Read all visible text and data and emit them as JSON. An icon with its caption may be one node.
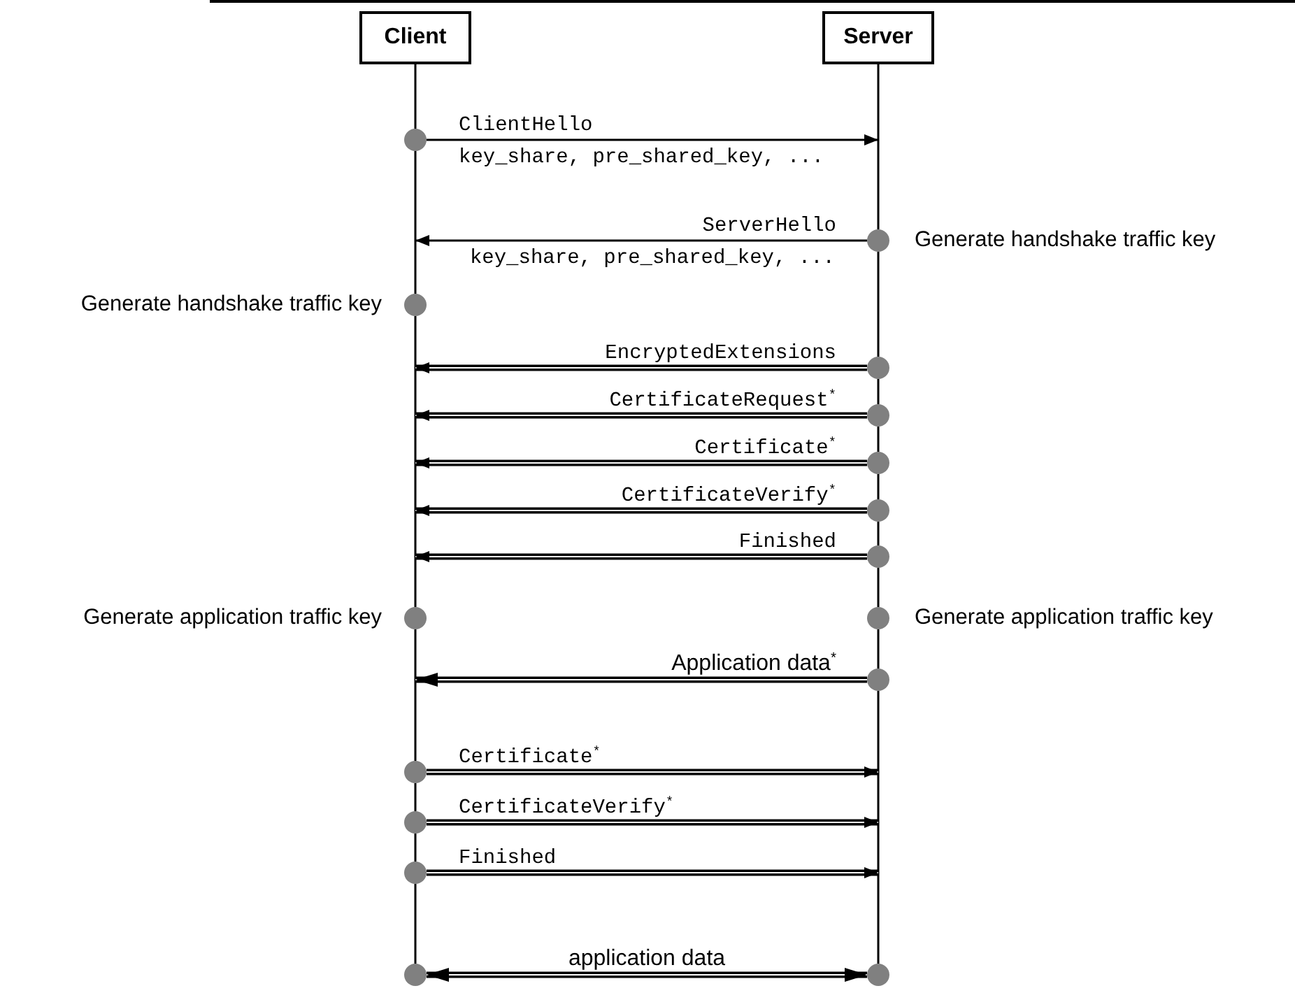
{
  "diagram": {
    "nodes": [
      {
        "text": [
          "Client"
        ]
      },
      {
        "text": [
          "Server"
        ]
      },
      {
        "text": [],
        "shape": "circle"
      },
      {
        "text": [],
        "shape": "circle",
        "beside": [
          "Generate handshake traffic key"
        ]
      },
      {
        "text": [],
        "shape": "circle",
        "beside": [
          "Generate handshake traffic key"
        ]
      },
      {
        "text": [],
        "shape": "circle"
      },
      {
        "text": [],
        "shape": "circle"
      },
      {
        "text": [],
        "shape": "circle"
      },
      {
        "text": [],
        "shape": "circle"
      },
      {
        "text": [],
        "shape": "circle"
      },
      {
        "text": [],
        "shape": "circle",
        "beside": [
          "Generate application traffic key"
        ]
      },
      {
        "text": [],
        "shape": "circle",
        "beside": [
          "Generate application traffic key"
        ]
      },
      {
        "text": [],
        "shape": "circle"
      },
      {
        "text": [],
        "shape": "circle"
      },
      {
        "text": [],
        "shape": "circle"
      },
      {
        "text": [],
        "shape": "circle"
      },
      {
        "text": [],
        "shape": "circle"
      },
      {
        "text": [],
        "shape": "circle"
      }
    ],
    "edges": [
      {
        "from": 2,
        "to": null,
        "arrow": "to",
        "label": "ClientHello"
      },
      {
        "from": 3,
        "to": null,
        "arrow": "to",
        "label": "ServerHello"
      },
      {
        "from": 5,
        "to": null,
        "arrow": "to",
        "label": "EncryptedExtensions",
        "style": "thick"
      },
      {
        "from": 6,
        "to": null,
        "arrow": "to",
        "label": "CertificateRequest$^{*}$",
        "style": "thick"
      },
      {
        "from": 7,
        "to": null,
        "arrow": "to",
        "label": "Certificate$^{*}$",
        "style": "thick"
      },
      {
        "from": 8,
        "to": null,
        "arrow": "to",
        "label": "CertificateVerify$^{*}$",
        "style": "thick"
      },
      {
        "from": 9,
        "to": null,
        "arrow": "to",
        "label": "Finished",
        "style": "thick"
      },
      {
        "from": 12,
        "to": null,
        "arrow": "to",
        "label": "Application data$^{*}$",
        "style": "thick"
      },
      {
        "from": 13,
        "to": null,
        "arrow": "to",
        "label": "Certificate$^{*}$",
        "style": "thick"
      },
      {
        "from": 14,
        "to": null,
        "arrow": "to",
        "label": "CertificateVerify$^{*}$",
        "style": "thick"
      },
      {
        "from": 15,
        "to": null,
        "arrow": "to",
        "label": "Finished",
        "style": "thick"
      },
      {
        "from": 16,
        "to": 17,
        "arrow": "both",
        "label": "application data",
        "style": "thick"
      },
      {
        "from": 0,
        "to": 2,
        "arrow": "none"
      },
      {
        "from": 2,
        "to": 4,
        "arrow": "none"
      },
      {
        "from": 4,
        "to": 10,
        "arrow": "none"
      },
      {
        "from": 10,
        "to": 13,
        "arrow": "none"
      },
      {
        "from": 13,
        "to": 14,
        "arrow": "none"
      },
      {
        "from": 14,
        "to": 15,
        "arrow": "none"
      },
      {
        "from": 15,
        "to": 16,
        "arrow": "none"
      },
      {
        "from": 1,
        "to": 3,
        "arrow": "none"
      },
      {
        "from": 3,
        "to": 5,
        "arrow": "none"
      },
      {
        "from": 5,
        "to": 6,
        "arrow": "none"
      },
      {
        "from": 6,
        "to": 7,
        "arrow": "none"
      },
      {
        "from": 7,
        "to": 8,
        "arrow": "none"
      },
      {
        "from": 8,
        "to": 9,
        "arrow": "none"
      },
      {
        "from": 9,
        "to": 11,
        "arrow": "none"
      },
      {
        "from": 11,
        "to": 12,
        "arrow": "none"
      },
      {
        "from": 12,
        "to": 17,
        "arrow": "none"
      }
    ],
    "labels": [
      "key_share, pre_shared_key, ...",
      "key_share, pre_shared_key, ..."
    ]
  }
}
